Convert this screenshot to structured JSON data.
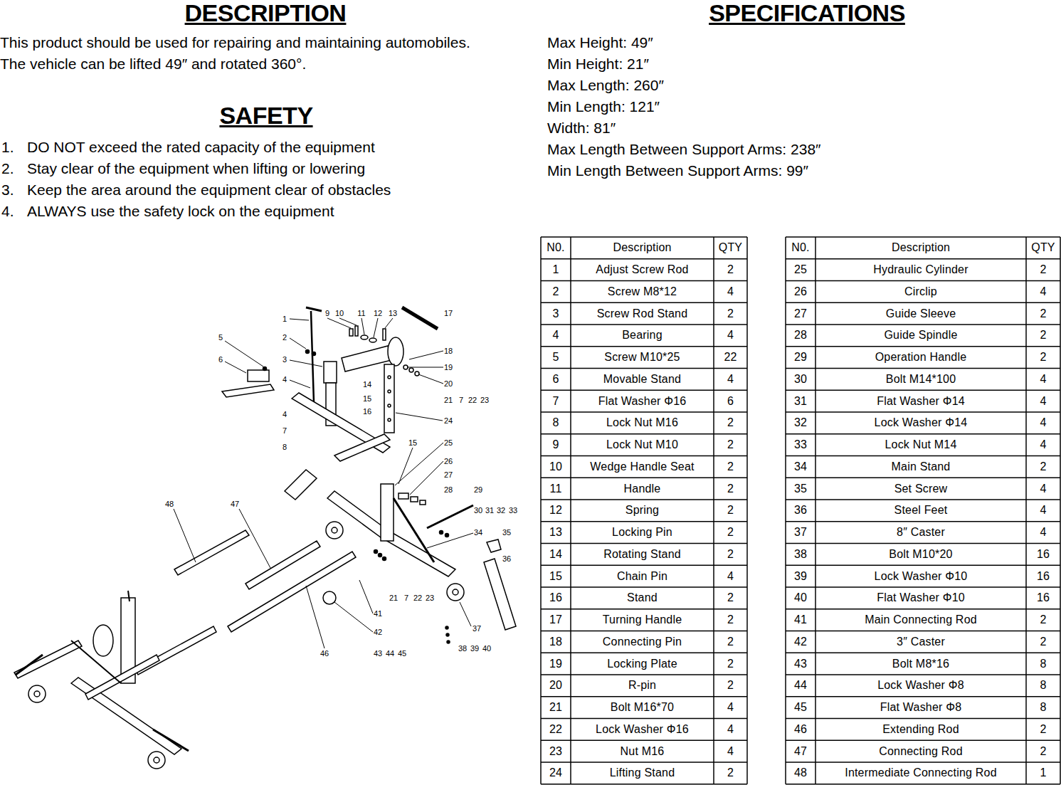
{
  "diagram": {
    "labels": [
      "DESCRIPTION",
      "This product should be used for repairing and maintaining automobiles. The vehicle can be lifted 49″ and rotated 360°.",
      "SAFETY",
      "1.",
      "DO NOT exceed the rated capacity of the equipment",
      "2.",
      "Stay clear of the equipment when lifting or lowering",
      "3.",
      "Keep the area around the equipment clear of obstacles",
      "4.",
      "ALWAYS use the safety lock on the equipment",
      "SPECIFICATIONS",
      "Max Height: 49″",
      "Min Height: 21″",
      "Max Length: 260″",
      "Min Length: 121″",
      "Width: 81″",
      "Max Length Between Support Arms: 238″",
      "Min Length Between Support Arms: 99″",
      "N0.",
      "Description",
      "QTY",
      "1",
      "Adjust Screw Rod",
      "2",
      "2",
      "Screw M8*12",
      "4",
      "3",
      "Screw Rod Stand",
      "2",
      "4",
      "Bearing",
      "4",
      "5",
      "Screw M10*25",
      "22",
      "6",
      "Movable Stand",
      "4",
      "7",
      "Flat Washer Φ16",
      "6",
      "8",
      "Lock Nut M16",
      "2",
      "9",
      "Lock Nut M10",
      "2",
      "10",
      "Wedge Handle Seat",
      "2",
      "11",
      "Handle",
      "2",
      "12",
      "Spring",
      "2",
      "13",
      "Locking Pin",
      "2",
      "14",
      "Rotating Stand",
      "2",
      "15",
      "Chain Pin",
      "4",
      "16",
      "Stand",
      "2",
      "17",
      "Turning Handle",
      "2",
      "18",
      "Connecting Pin",
      "2",
      "19",
      "Locking Plate",
      "2",
      "20",
      "R-pin",
      "2",
      "21",
      "Bolt M16*70",
      "4",
      "22",
      "Lock Washer Φ16",
      "4",
      "23",
      "Nut M16",
      "4",
      "24",
      "Lifting Stand",
      "2",
      "N0.",
      "Description",
      "QTY",
      "25",
      "Hydraulic Cylinder",
      "2",
      "26",
      "Circlip",
      "4",
      "27",
      "Guide Sleeve",
      "2",
      "28",
      "Guide Spindle",
      "2",
      "29",
      "Operation Handle",
      "2",
      "30",
      "Bolt M14*100",
      "4",
      "31",
      "Flat Washer Φ14",
      "4",
      "32",
      "Lock Washer Φ14",
      "4",
      "33",
      "Lock Nut M14",
      "4",
      "34",
      "Main Stand",
      "2",
      "35",
      "Set Screw",
      "4",
      "36",
      "Steel Feet",
      "4",
      "37",
      "8″ Caster",
      "4",
      "38",
      "Bolt M10*20",
      "16",
      "39",
      "Lock Washer Φ10",
      "16",
      "40",
      "Flat Washer Φ10",
      "16",
      "41",
      "Main Connecting Rod",
      "2",
      "42",
      "3″ Caster",
      "2",
      "43",
      "Bolt M8*16",
      "8",
      "44",
      "Lock Washer Φ8",
      "8",
      "45",
      "Flat Washer Φ8",
      "8",
      "46",
      "Extending Rod",
      "2",
      "47",
      "Connecting Rod",
      "2",
      "48",
      "Intermediate Connecting Rod",
      "1",
      "1",
      "2",
      "3",
      "4",
      "5",
      "6",
      "9",
      "10",
      "11",
      "12",
      "13",
      "17",
      "18",
      "19",
      "20",
      "21",
      "7",
      "22",
      "23",
      "24",
      "4",
      "7",
      "8",
      "14",
      "15",
      "16",
      "15",
      "25",
      "26",
      "27",
      "28",
      "29",
      "30",
      "31",
      "32",
      "33",
      "34",
      "35",
      "36",
      "48",
      "47",
      "21",
      "7",
      "22",
      "23",
      "41",
      "42",
      "43",
      "44",
      "45",
      "46",
      "37",
      "38",
      "39",
      "40"
    ]
  }
}
